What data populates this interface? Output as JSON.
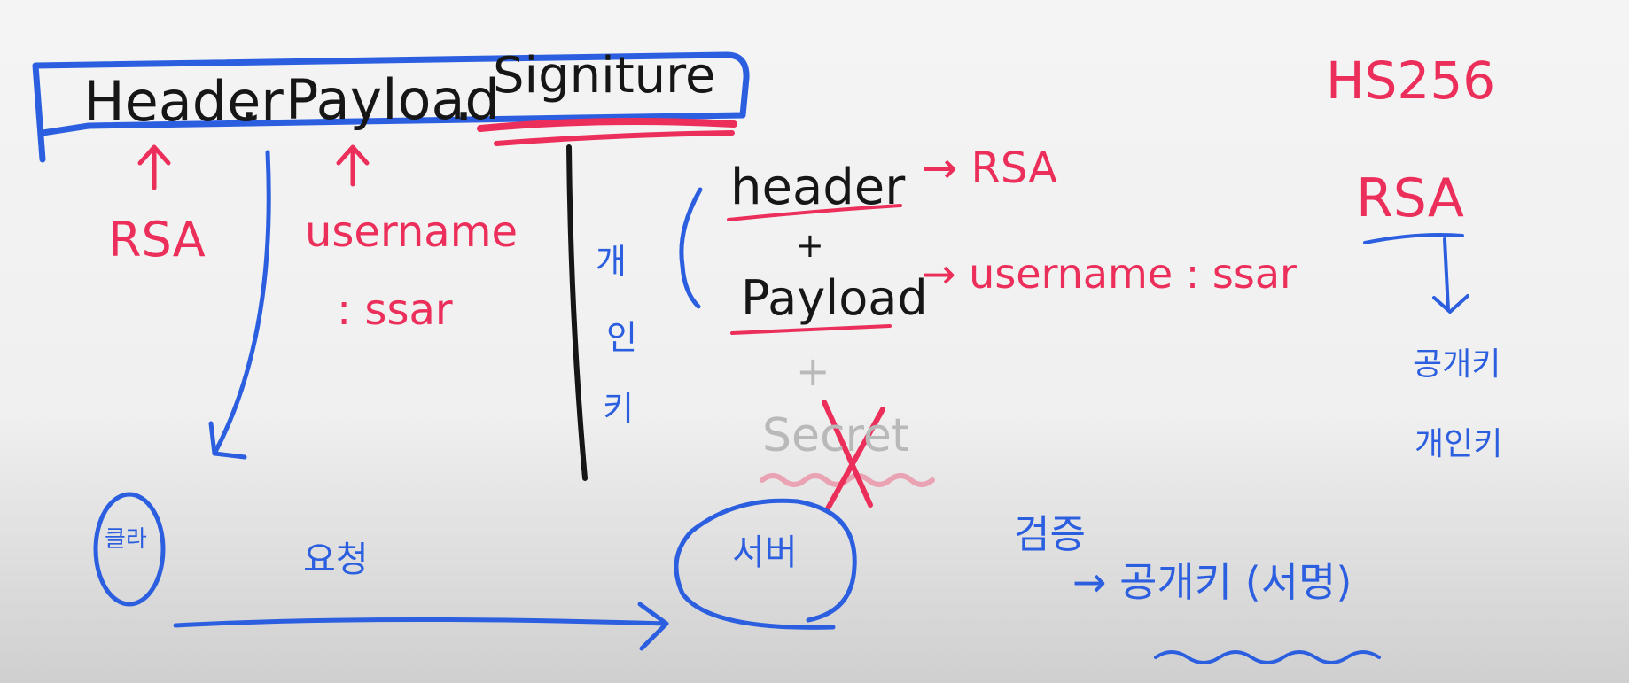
{
  "jwt_format": {
    "part_header": "Header",
    "dot_1": ".",
    "part_payload": "Payload",
    "dot_2": ".",
    "part_signature": "Signiture"
  },
  "left_notes": {
    "header_algo": "RSA",
    "payload_line1": "username",
    "payload_line2": ": ssar"
  },
  "private_key_vertical": [
    "개",
    "인",
    "키"
  ],
  "signing_formula": {
    "header": "header",
    "header_value": "→ RSA",
    "plus_1": "+",
    "payload": "Payload",
    "payload_value": "→ username : ssar",
    "plus_2": "+",
    "secret": "Secret"
  },
  "right_notes": {
    "algo_top": "HS256",
    "algo": "RSA",
    "key_1": "공개키",
    "key_2": "개인키"
  },
  "flow": {
    "client_label": "클라",
    "request_label": "요청",
    "server_label": "서버"
  },
  "verify": {
    "verify_label": "검증",
    "public_key_label": "→ 공개키 (서명)"
  },
  "colors": {
    "ink_black": "#161616",
    "ink_red": "#ec2f5a",
    "ink_blue": "#2c5fe0",
    "ink_gray": "#b9b9b9",
    "board": "#f2f2f2"
  }
}
